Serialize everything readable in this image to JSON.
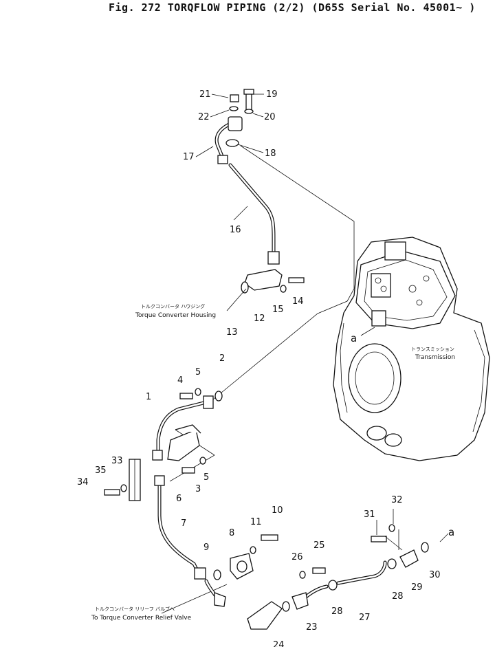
{
  "title": "Fig. 272  TORQFLOW PIPING (2/2)  (D65S Serial No. 45001~ )",
  "labels": {
    "tc_housing_jp": "トルクコンバータ ハウジング",
    "tc_housing_en": "Torque Converter Housing",
    "transmission_jp": "トランスミッション",
    "transmission_en": "Transmission",
    "relief_jp": "トルクコンバータ リリーフ バルブへ",
    "relief_en": "To Torque Converter Relief Valve",
    "a1": "a",
    "a2": "a"
  },
  "parts": {
    "p1": "1",
    "p2": "2",
    "p3": "3",
    "p4": "4",
    "p5a": "5",
    "p5b": "5",
    "p6": "6",
    "p7": "7",
    "p8": "8",
    "p9": "9",
    "p10": "10",
    "p11": "11",
    "p12": "12",
    "p13": "13",
    "p14": "14",
    "p15": "15",
    "p16": "16",
    "p17": "17",
    "p18": "18",
    "p19": "19",
    "p20": "20",
    "p21": "21",
    "p22": "22",
    "p23": "23",
    "p24": "24",
    "p25": "25",
    "p26": "26",
    "p27": "27",
    "p28a": "28",
    "p28b": "28",
    "p29": "29",
    "p30": "30",
    "p31": "31",
    "p32": "32",
    "p33": "33",
    "p34": "34",
    "p35": "35"
  }
}
